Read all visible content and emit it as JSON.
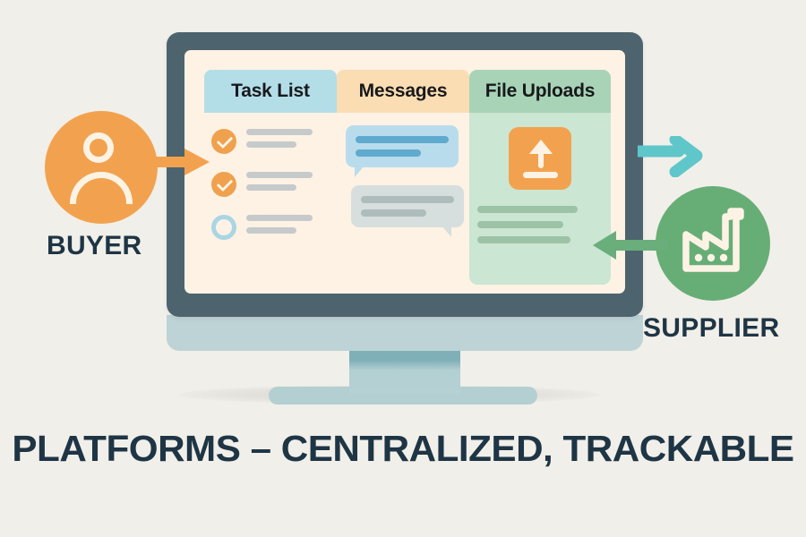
{
  "caption": "PLATFORMS – CENTRALIZED, TRACKABLE",
  "actors": {
    "buyer": {
      "label": "BUYER",
      "icon": "person-icon",
      "color": "#F2A24E"
    },
    "supplier": {
      "label": "SUPPLIER",
      "icon": "factory-icon",
      "color": "#67AE76"
    }
  },
  "arrows": {
    "buyer_to_platform": {
      "name": "orange-right-arrow",
      "color": "#F2A24E",
      "direction": "right"
    },
    "platform_to_supplier": {
      "name": "teal-right-arrow",
      "color": "#5FC6C9",
      "direction": "right"
    },
    "supplier_to_platform": {
      "name": "green-left-arrow",
      "color": "#69AE7B",
      "direction": "left"
    }
  },
  "screen": {
    "background": "#FDF2E4",
    "columns": [
      {
        "id": "task-list",
        "title": "Task List",
        "header_color": "#B3DEE8",
        "rows": [
          {
            "state": "checked",
            "lines": 2
          },
          {
            "state": "checked",
            "lines": 2
          },
          {
            "state": "unchecked",
            "lines": 2
          }
        ]
      },
      {
        "id": "messages",
        "title": "Messages",
        "header_color": "#FBDDB3",
        "bubbles": [
          {
            "variant": "incoming",
            "color": "#B9DCEC",
            "lines": 2,
            "tail": "bottom-left"
          },
          {
            "variant": "outgoing",
            "color": "#D7DEDE",
            "lines": 2,
            "tail": "bottom-right"
          }
        ]
      },
      {
        "id": "file-uploads",
        "title": "File Uploads",
        "header_color": "#A8D3B7",
        "card_color": "#CBE6D2",
        "upload_button": {
          "icon": "upload-arrow-icon",
          "color": "#F2A24E"
        },
        "file_lines": 3
      }
    ]
  },
  "device": {
    "name": "desktop-monitor",
    "bezel_color": "#4D646F",
    "chin_color": "#BDD3D5",
    "stand_color": "#B3CFD2"
  }
}
